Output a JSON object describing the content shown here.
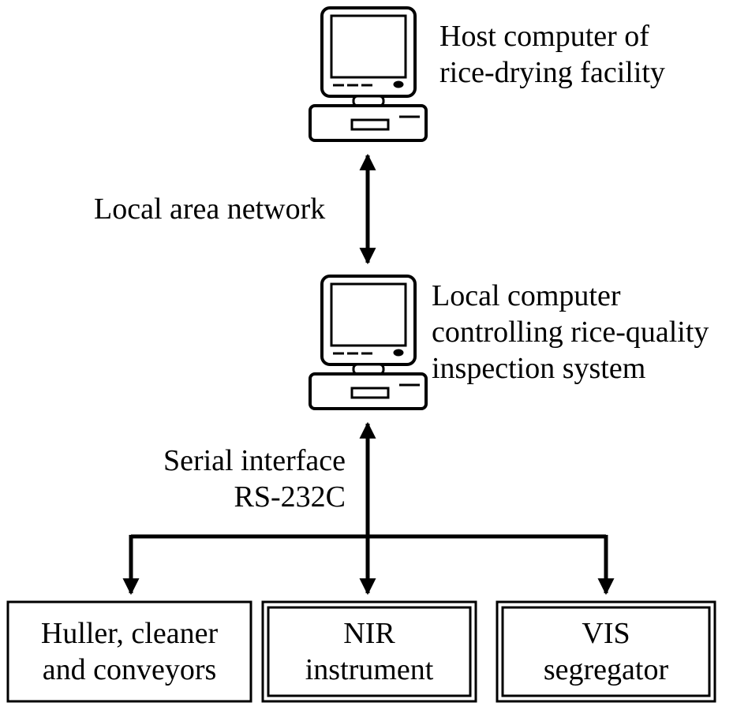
{
  "host": {
    "line1": "Host computer of",
    "line2": "rice-drying facility"
  },
  "lan": {
    "label": "Local area network"
  },
  "local": {
    "line1": "Local computer",
    "line2": "controlling rice-quality",
    "line3": "inspection system"
  },
  "serial": {
    "line1": "Serial interface",
    "line2": "RS-232C"
  },
  "devices": [
    {
      "line1": "Huller, cleaner",
      "line2": "and conveyors"
    },
    {
      "line1": "NIR",
      "line2": "instrument"
    },
    {
      "line1": "VIS",
      "line2": "segregator"
    }
  ]
}
